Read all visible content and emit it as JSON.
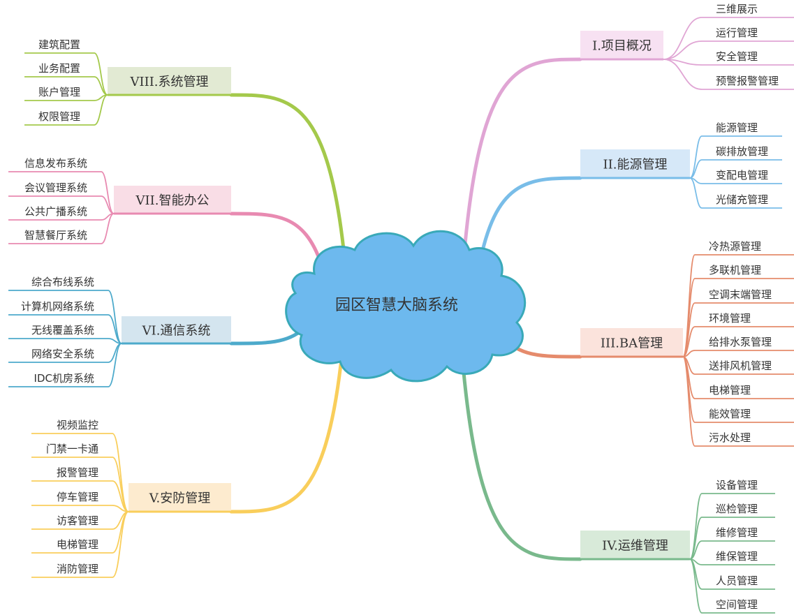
{
  "center": {
    "label": "园区智慧大脑系统",
    "fill": "#6db9ee",
    "stroke": "#39a9b8"
  },
  "branches": [
    {
      "id": "b1",
      "label": "I.项目概况",
      "color": "#e0a5d4",
      "bg": "#f7e1f2",
      "leaves": [
        "三维展示",
        "运行管理",
        "安全管理",
        "预警报警管理"
      ]
    },
    {
      "id": "b2",
      "label": "II.能源管理",
      "color": "#79bde8",
      "bg": "#d6e8f8",
      "leaves": [
        "能源管理",
        "碳排放管理",
        "变配电管理",
        "光储充管理"
      ]
    },
    {
      "id": "b3",
      "label": "III.BA管理",
      "color": "#e58b6c",
      "bg": "#fbe3dc",
      "leaves": [
        "冷热源管理",
        "多联机管理",
        "空调末端管理",
        "环境管理",
        "给排水泵管理",
        "送排风机管理",
        "电梯管理",
        "能效管理",
        "污水处理"
      ]
    },
    {
      "id": "b4",
      "label": "IV.运维管理",
      "color": "#79b98c",
      "bg": "#d8ead9",
      "leaves": [
        "设备管理",
        "巡检管理",
        "维修管理",
        "维保管理",
        "人员管理",
        "空间管理"
      ]
    },
    {
      "id": "b5",
      "label": "V.安防管理",
      "color": "#f9ce5b",
      "bg": "#fdebcf",
      "leaves": [
        "视频监控",
        "门禁一卡通",
        "报警管理",
        "停车管理",
        "访客管理",
        "电梯管理",
        "消防管理"
      ]
    },
    {
      "id": "b6",
      "label": "VI.通信系统",
      "color": "#4daacb",
      "bg": "#d4e5ef",
      "leaves": [
        "综合布线系统",
        "计算机网络系统",
        "无线覆盖系统",
        "网络安全系统",
        "IDC机房系统"
      ]
    },
    {
      "id": "b7",
      "label": "VII.智能办公",
      "color": "#e88ab1",
      "bg": "#f9dde6",
      "leaves": [
        "信息发布系统",
        "会议管理系统",
        "公共广播系统",
        "智慧餐厅系统"
      ]
    },
    {
      "id": "b8",
      "label": "VIII.系统管理",
      "color": "#a4c94b",
      "bg": "#e2ead3",
      "leaves": [
        "建筑配置",
        "业务配置",
        "账户管理",
        "权限管理"
      ]
    }
  ]
}
